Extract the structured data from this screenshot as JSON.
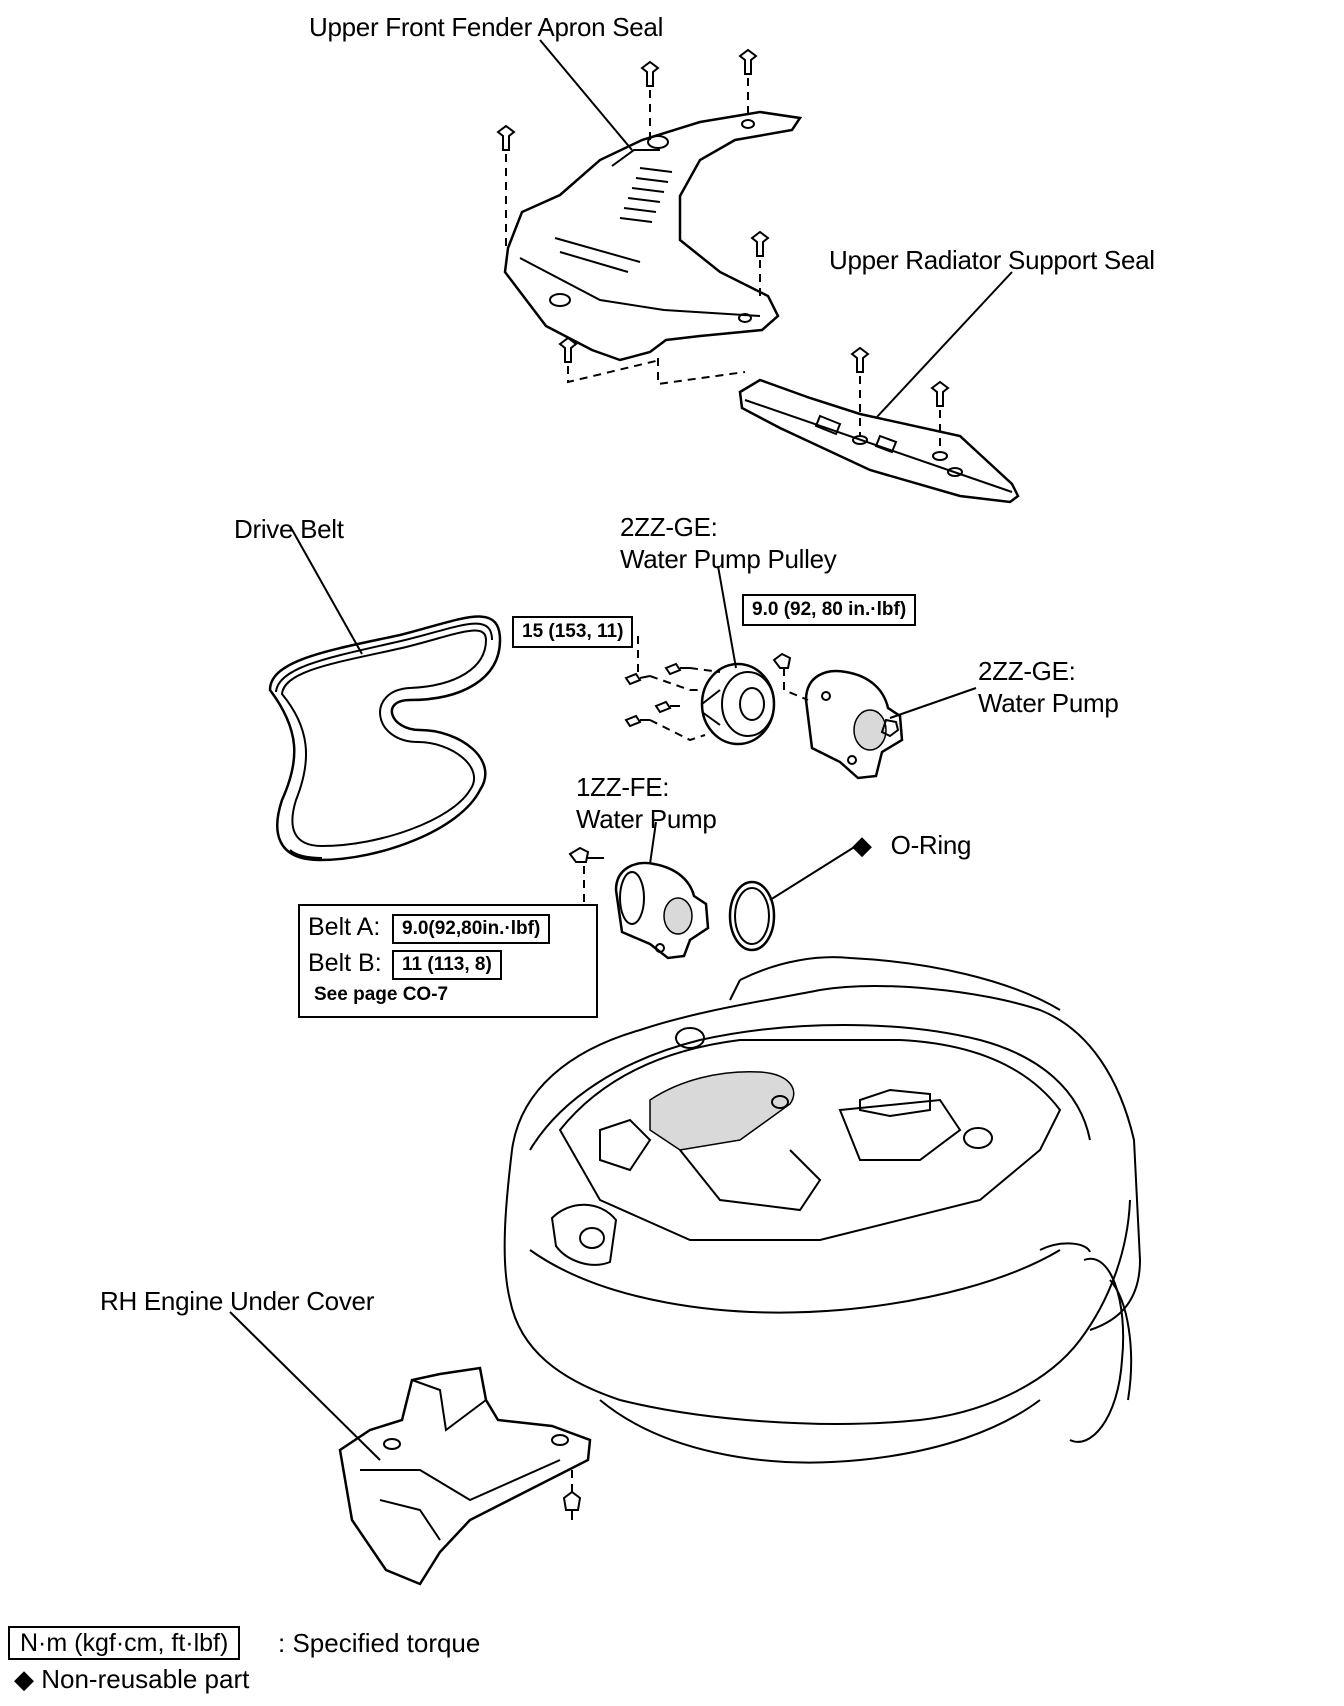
{
  "labels": {
    "upper_front_fender_apron_seal": "Upper Front Fender Apron Seal",
    "upper_radiator_support_seal": "Upper Radiator Support Seal",
    "drive_belt": "Drive Belt",
    "pulley_engine": "2ZZ-GE:",
    "pulley_name": "Water Pump Pulley",
    "pump_2zz_engine": "2ZZ-GE:",
    "pump_2zz_name": "Water Pump",
    "pump_1zz_engine": "1ZZ-FE:",
    "pump_1zz_name": "Water Pump",
    "o_ring": "O-Ring",
    "o_ring_mark": "◆",
    "rh_engine_under_cover": "RH Engine Under Cover"
  },
  "torques": {
    "pulley_bolts": "15 (153, 11)",
    "pump_2zz_bolt": "9.0 (92, 80 in.·lbf)"
  },
  "belt_panel": {
    "belt_a_label": "Belt A:",
    "belt_a_torque": "9.0(92,80in.·lbf)",
    "belt_b_label": "Belt B:",
    "belt_b_torque": "11 (113, 8)",
    "see_page": "See page CO-7"
  },
  "legend": {
    "torque_units": "N·m (kgf·cm, ft·lbf)",
    "torque_meaning": ": Specified torque",
    "nonreusable": "◆ Non-reusable part"
  }
}
